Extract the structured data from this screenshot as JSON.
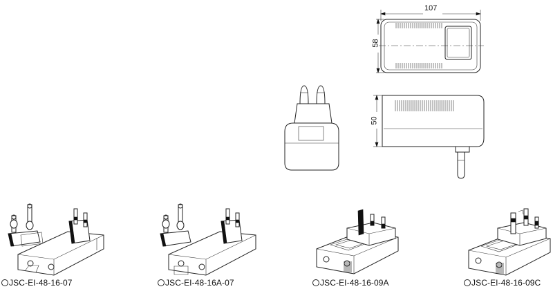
{
  "dimensions": {
    "width": "107",
    "height": "58",
    "depth": "50"
  },
  "models": [
    {
      "label": "JSC-EI-48-16-07"
    },
    {
      "label": "JSC-EI-48-16A-07"
    },
    {
      "label": "JSC-EI-48-16-09A"
    },
    {
      "label": "JSC-EI-48-16-09C"
    }
  ]
}
